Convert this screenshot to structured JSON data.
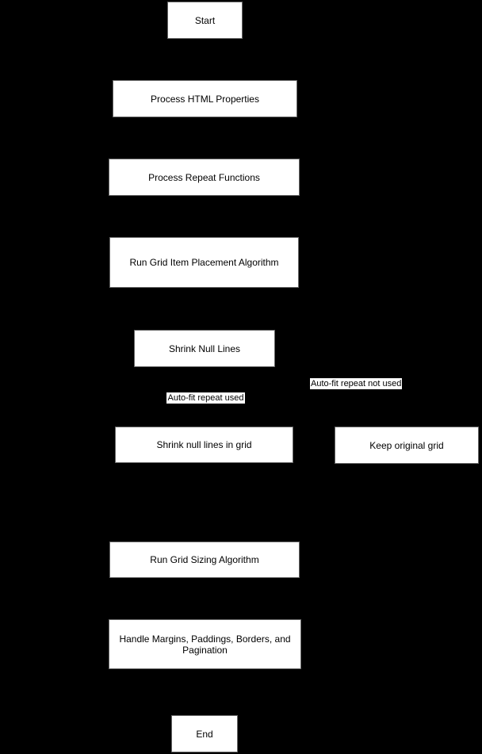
{
  "diagram": {
    "type": "flowchart",
    "colors": {
      "background": "#000000",
      "node_fill": "#ffffff",
      "node_border": "#666666",
      "text": "#000000"
    },
    "nodes": [
      {
        "id": "start",
        "label": "Start"
      },
      {
        "id": "process-html-properties",
        "label": "Process HTML Properties"
      },
      {
        "id": "process-repeat-functions",
        "label": "Process Repeat Functions"
      },
      {
        "id": "run-grid-item-placement",
        "label": "Run Grid Item Placement Algorithm"
      },
      {
        "id": "shrink-null-lines",
        "label": "Shrink Null Lines"
      },
      {
        "id": "shrink-null-lines-in-grid",
        "label": "Shrink null lines in grid"
      },
      {
        "id": "keep-original-grid",
        "label": "Keep original grid"
      },
      {
        "id": "run-grid-sizing",
        "label": "Run Grid Sizing Algorithm"
      },
      {
        "id": "handle-margins",
        "label": "Handle Margins, Paddings, Borders, and Pagination"
      },
      {
        "id": "end",
        "label": "End"
      }
    ],
    "edge_labels": [
      {
        "id": "auto-fit-repeat-used",
        "label": "Auto-fit repeat used"
      },
      {
        "id": "auto-fit-repeat-not-used",
        "label": "Auto-fit repeat not used"
      }
    ]
  }
}
